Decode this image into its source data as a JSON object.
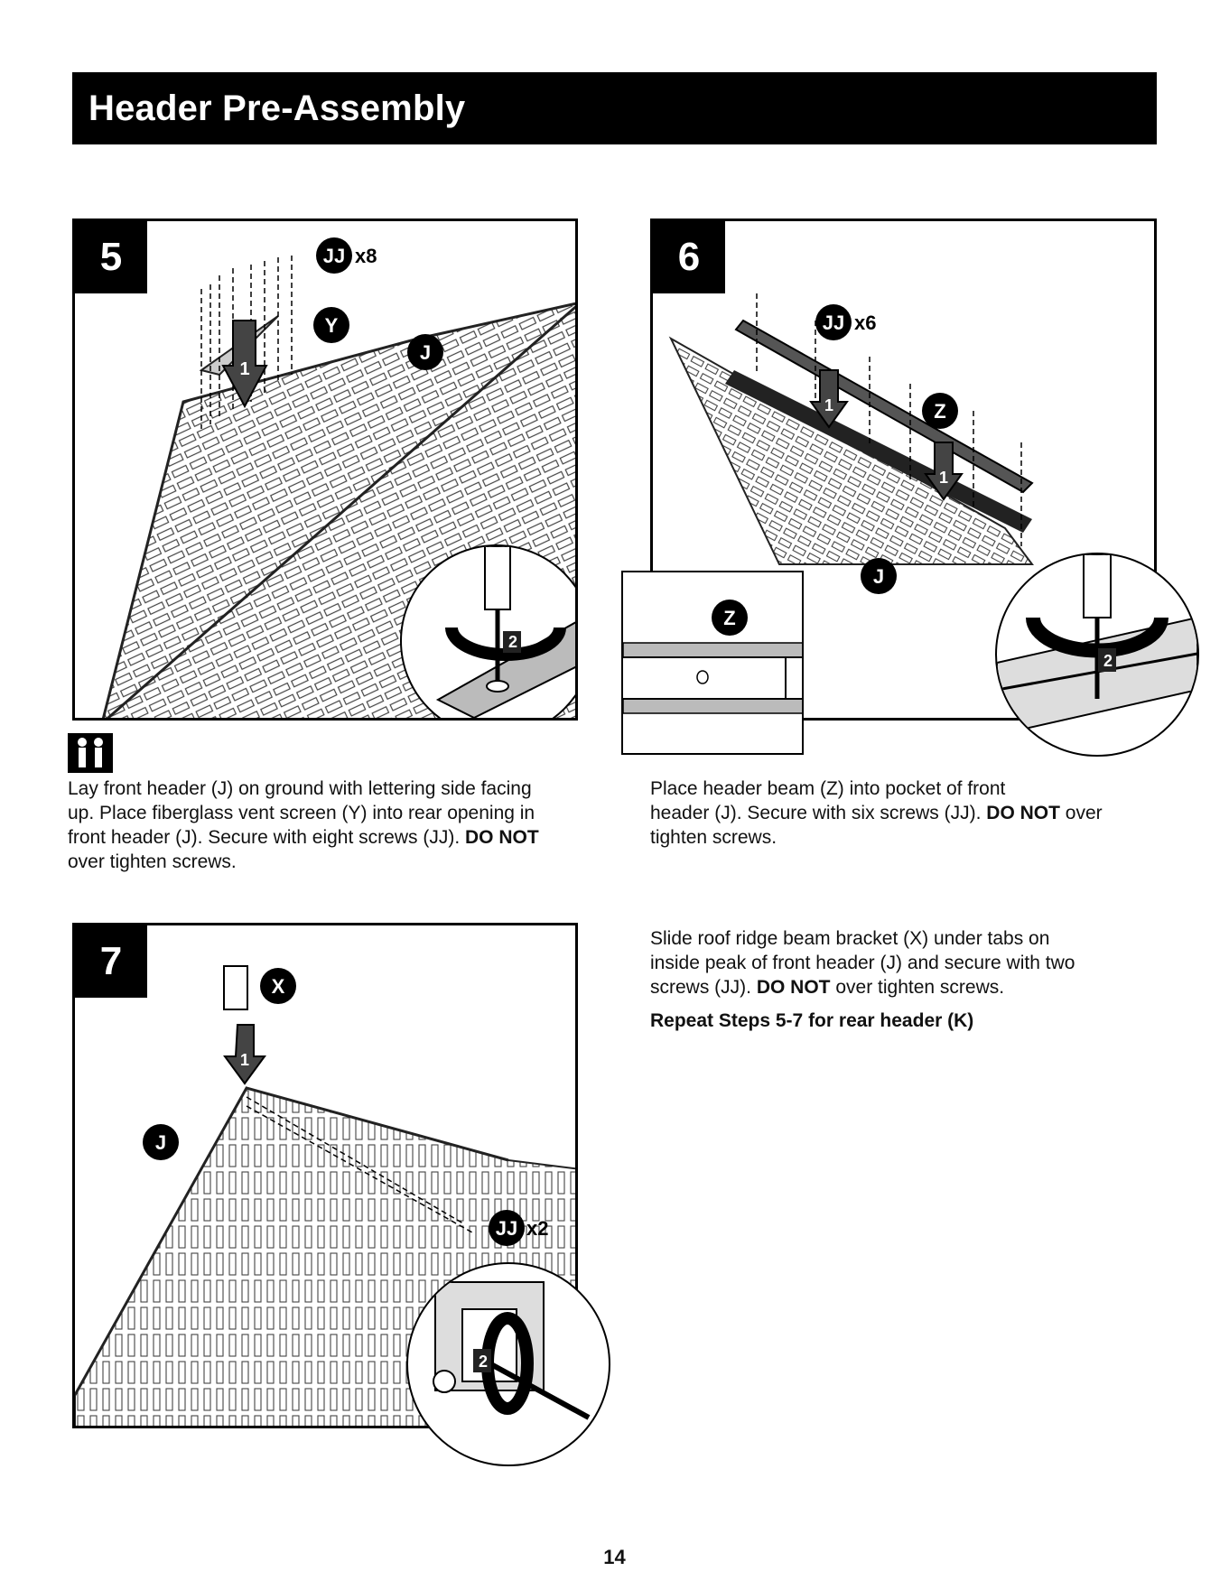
{
  "header": {
    "title": "Header Pre-Assembly"
  },
  "steps": [
    {
      "number": "5",
      "labels": {
        "screw_part": "JJ",
        "screw_qty": "x8",
        "part_y": "Y",
        "part_j": "J",
        "arrow1": "1",
        "arrow2": "2"
      },
      "text_line_1": "Lay front header (J) on ground with lettering side facing",
      "text_line_2": "up. Place fiberglass vent screen (Y) into rear opening in",
      "text_line_3_pre": "front header (J). Secure with eight screws (JJ).",
      "text_do_not": "DO NOT",
      "text_line_4": "over tighten screws."
    },
    {
      "number": "6",
      "labels": {
        "screw_part": "JJ",
        "screw_qty": "x6",
        "part_z": "Z",
        "part_j": "J",
        "arrow1": "1",
        "arrow2": "2",
        "inset_part": "Z"
      },
      "text_line_1": "Place header beam (Z) into pocket of front",
      "text_line_2_pre": "header (J). Secure with six screws (JJ).",
      "text_do_not": "DO NOT",
      "text_line_2_post": "over",
      "text_line_3": "tighten screws."
    },
    {
      "number": "7",
      "labels": {
        "screw_part": "JJ",
        "screw_qty": "x2",
        "part_x": "X",
        "part_j": "J",
        "arrow1": "1",
        "arrow2": "2"
      },
      "text_line_1": "Slide roof ridge beam bracket (X) under tabs on",
      "text_line_2": "inside peak of front header (J) and secure with two",
      "text_line_3_pre": "screws (JJ).",
      "text_do_not": "DO NOT",
      "text_line_3_post": "over tighten screws.",
      "repeat_note": "Repeat Steps 5-7 for rear header (K)"
    }
  ],
  "footer": {
    "page_number": "14"
  }
}
